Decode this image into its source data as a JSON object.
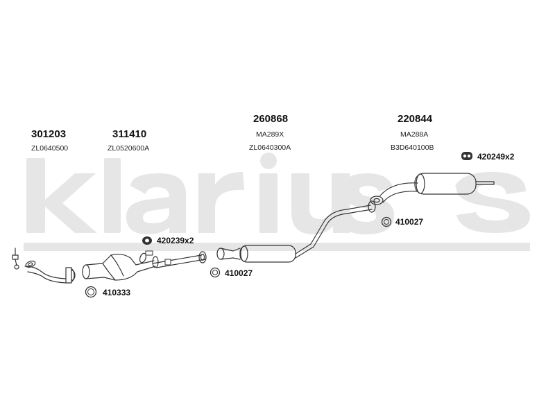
{
  "brand": {
    "watermark": "Klarius"
  },
  "parts": [
    {
      "number": "301203",
      "refs": [
        "ZL0640500"
      ]
    },
    {
      "number": "311410",
      "refs": [
        "ZL0520600A"
      ]
    },
    {
      "number": "260868",
      "refs": [
        "MA289X",
        "ZL0640300A"
      ]
    },
    {
      "number": "220844",
      "refs": [
        "MA288A",
        "B3D640100B"
      ]
    }
  ],
  "accessories": [
    {
      "label": "420239x2",
      "icon": "rubber-hanger-icon"
    },
    {
      "label": "410333",
      "icon": "gasket-ring-icon"
    },
    {
      "label": "410027",
      "icon": "gasket-ring-icon"
    },
    {
      "label": "410027",
      "icon": "gasket-ring-icon"
    },
    {
      "label": "420249x2",
      "icon": "rubber-hanger-icon"
    }
  ]
}
